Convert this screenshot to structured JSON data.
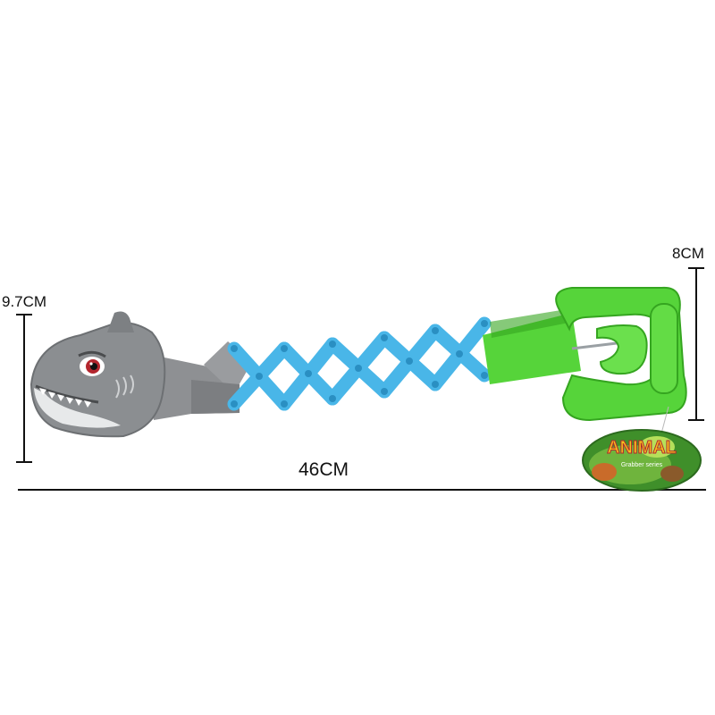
{
  "dimensions": {
    "left_height_label": "9.7CM",
    "right_height_label": "8CM",
    "length_label": "46CM"
  },
  "product": {
    "tag_text": "ANIMAL",
    "tag_subtext": "Grabber series"
  },
  "colors": {
    "shark_body": "#8b8e91",
    "shark_belly": "#e7e9ea",
    "eye_red": "#b3262e",
    "scissor_blue": "#49b6e8",
    "scissor_blue_dark": "#2a8fc2",
    "handle_green": "#56d43a",
    "handle_green_dark": "#35a520",
    "claw_gray": "#8e9093",
    "tag_green": "#3f8f2a",
    "tag_yellow": "#f3c11c",
    "line_black": "#111111"
  }
}
